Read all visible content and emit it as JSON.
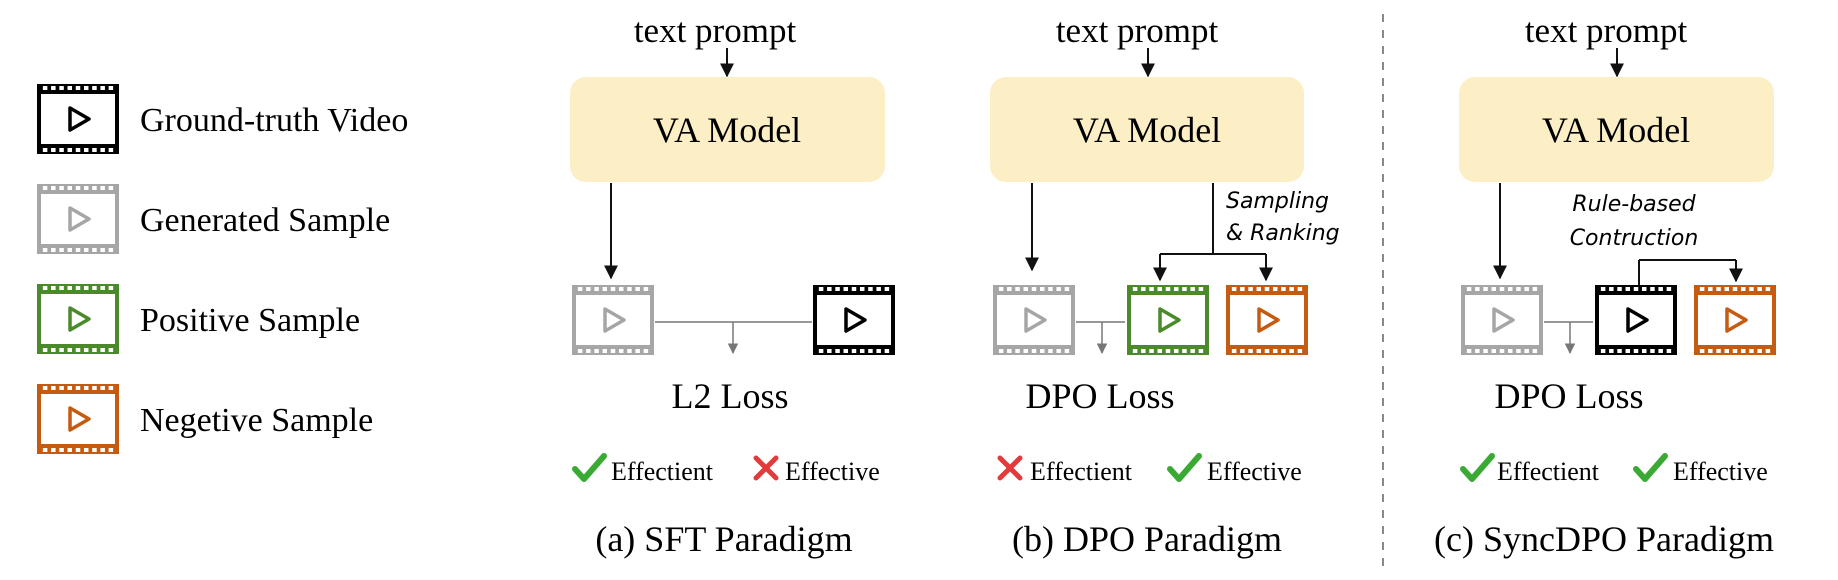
{
  "legend": [
    {
      "label": "Ground-truth Video",
      "color": "#000000"
    },
    {
      "label": "Generated Sample",
      "color": "#a6a6a6"
    },
    {
      "label": "Positive Sample",
      "color": "#4a8a2a"
    },
    {
      "label": "Negetive Sample",
      "color": "#c55a11"
    }
  ],
  "panels": [
    {
      "prompt": "text prompt",
      "model": "VA Model",
      "loss": "L2 Loss",
      "badges": [
        {
          "label": "Effectient",
          "status": "check"
        },
        {
          "label": "Effective",
          "status": "cross"
        }
      ],
      "caption": "(a) SFT Paradigm"
    },
    {
      "prompt": "text prompt",
      "model": "VA Model",
      "annotation": [
        "Sampling",
        "& Ranking"
      ],
      "loss": "DPO Loss",
      "badges": [
        {
          "label": "Effectient",
          "status": "cross"
        },
        {
          "label": "Effective",
          "status": "check"
        }
      ],
      "caption": "(b) DPO Paradigm"
    },
    {
      "prompt": "text prompt",
      "model": "VA Model",
      "annotation": [
        "Rule-based",
        "Contruction"
      ],
      "loss": "DPO Loss",
      "badges": [
        {
          "label": "Effectient",
          "status": "check"
        },
        {
          "label": "Effective",
          "status": "check"
        }
      ],
      "caption": "(c) SyncDPO Paradigm"
    }
  ],
  "colors": {
    "model_box": "#fcefc6",
    "check": "#3aaa35",
    "cross": "#e23b3b",
    "divider": "#888888"
  }
}
